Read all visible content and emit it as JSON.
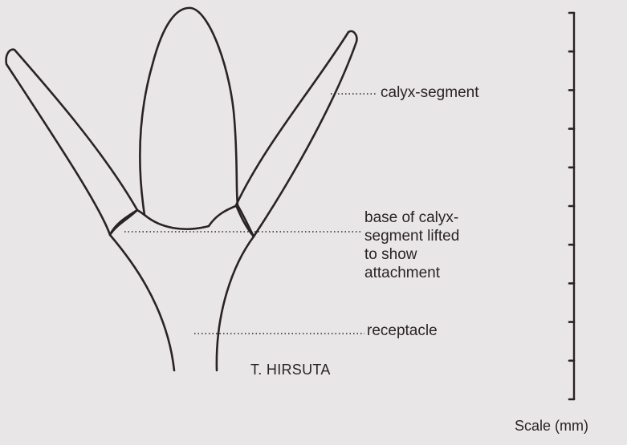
{
  "labels": {
    "calyx_segment": "calyx-segment",
    "base_of_calyx": "base of calyx-\nsegment lifted\nto show\nattachment",
    "receptacle": "receptacle",
    "species": "T. HIRSUTA",
    "scale": "Scale (mm)"
  },
  "colors": {
    "background": "#e9e6e7",
    "ink": "#2a2326"
  }
}
